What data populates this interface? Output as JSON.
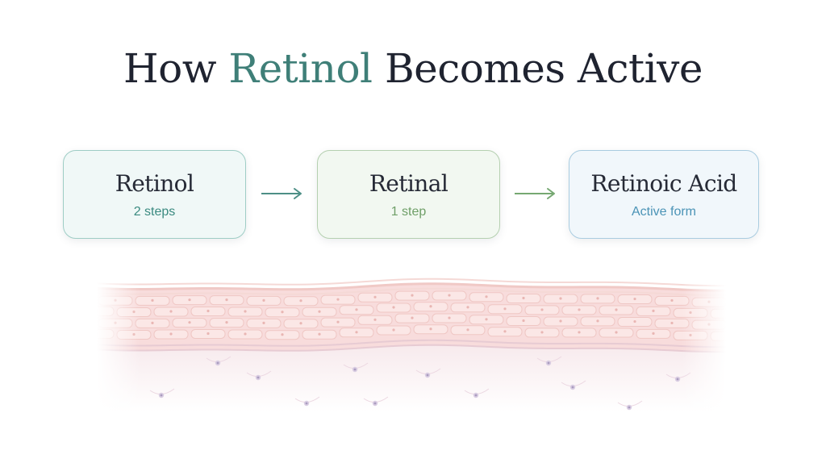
{
  "title": {
    "before": "How ",
    "highlight": "Retinol",
    "after": " Becomes Active"
  },
  "colors": {
    "title_text": "#1f2330",
    "highlight": "#3f7f78",
    "retinol_border": "#9ecdc5",
    "retinol_fill": "#f0f8f7",
    "retinol_sub": "#3a8a80",
    "retinal_border": "#b5d0b0",
    "retinal_fill": "#f2f8f1",
    "retinal_sub": "#6f9f68",
    "acid_border": "#a9cce0",
    "acid_fill": "#f1f7fb",
    "acid_sub": "#4a93b6",
    "arrow1": "#4d8f86",
    "arrow2": "#76a872"
  },
  "steps": [
    {
      "name": "Retinol",
      "subtitle": "2 steps"
    },
    {
      "name": "Retinal",
      "subtitle": "1 step"
    },
    {
      "name": "Retinoic Acid",
      "subtitle": "Active form"
    }
  ],
  "icons": {
    "arrow1": "arrow-right-icon",
    "arrow2": "arrow-right-icon",
    "skin": "skin-layers-illustration"
  }
}
